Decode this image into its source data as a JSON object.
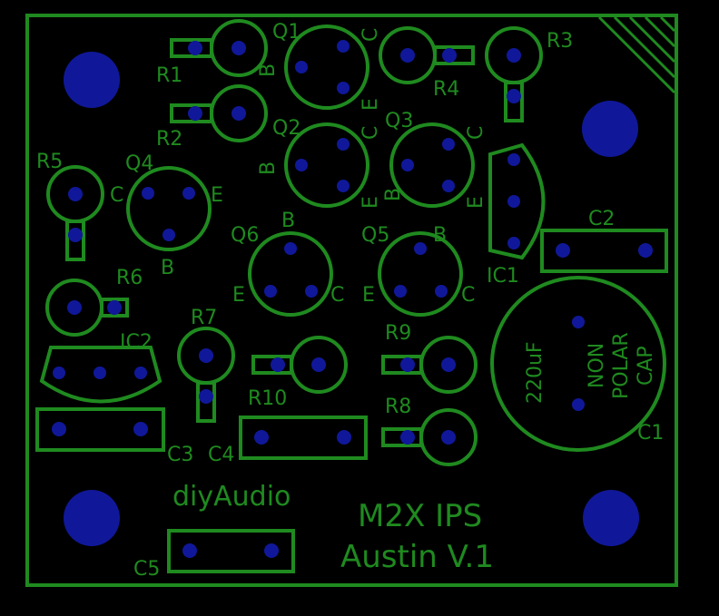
{
  "colors": {
    "background": "#000000",
    "silkscreen": "#1f8a1f",
    "copper": "#101899"
  },
  "board": {
    "title_line1": "M2X IPS",
    "title_line2": "Austin V.1",
    "brand": "diyAudio"
  },
  "refs": {
    "r1": "R1",
    "r2": "R2",
    "r3": "R3",
    "r4": "R4",
    "r5": "R5",
    "r6": "R6",
    "r7": "R7",
    "r8": "R8",
    "r9": "R9",
    "r10": "R10",
    "q1": "Q1",
    "q2": "Q2",
    "q3": "Q3",
    "q4": "Q4",
    "q5": "Q5",
    "q6": "Q6",
    "ic1": "IC1",
    "ic2": "IC2",
    "c1": "C1",
    "c2": "C2",
    "c3": "C3",
    "c4": "C4",
    "c5": "C5"
  },
  "pins": {
    "b": "B",
    "c": "C",
    "e": "E"
  },
  "c1_text": {
    "value": "220uF",
    "line1": "NON",
    "line2": "POLAR",
    "line3": "CAP"
  }
}
